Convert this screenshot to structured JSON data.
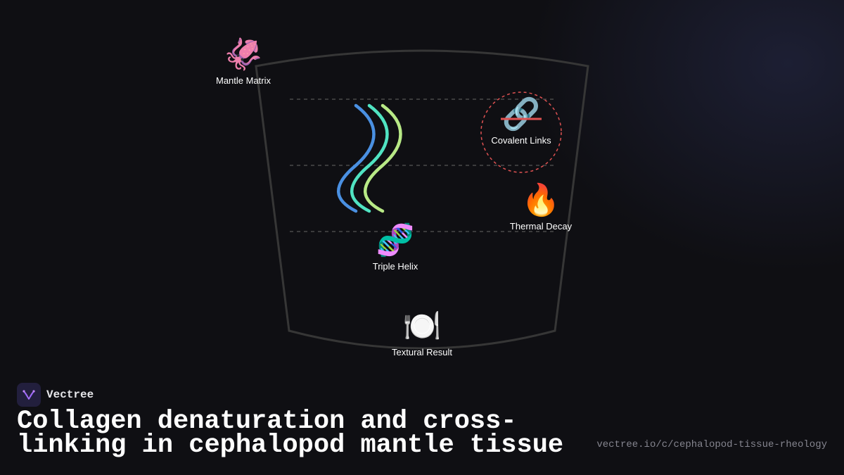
{
  "diagram": {
    "nodes": [
      {
        "id": "mantle-matrix",
        "label": "Mantle Matrix",
        "icon": "squid-icon",
        "glyph": "🦑"
      },
      {
        "id": "covalent-links",
        "label": "Covalent Links",
        "icon": "link-icon",
        "glyph": "🔗",
        "highlight": "dashed-red-circle",
        "strike": "red"
      },
      {
        "id": "thermal-decay",
        "label": "Thermal Decay",
        "icon": "fire-icon",
        "glyph": "🔥"
      },
      {
        "id": "triple-helix",
        "label": "Triple Helix",
        "icon": "dna-icon",
        "glyph": "🧬"
      },
      {
        "id": "textural-result",
        "label": "Textural Result",
        "icon": "plate-icon",
        "glyph": "🍽️"
      }
    ],
    "helix_colors": [
      "#4a90e2",
      "#50e3c2",
      "#b8e986"
    ],
    "highlight_color": "#e05252"
  },
  "footer": {
    "brand_name": "Vectree",
    "title": "Collagen denaturation and cross-linking in cephalopod mantle tissue",
    "url": "vectree.io/c/cephalopod-tissue-rheology"
  }
}
